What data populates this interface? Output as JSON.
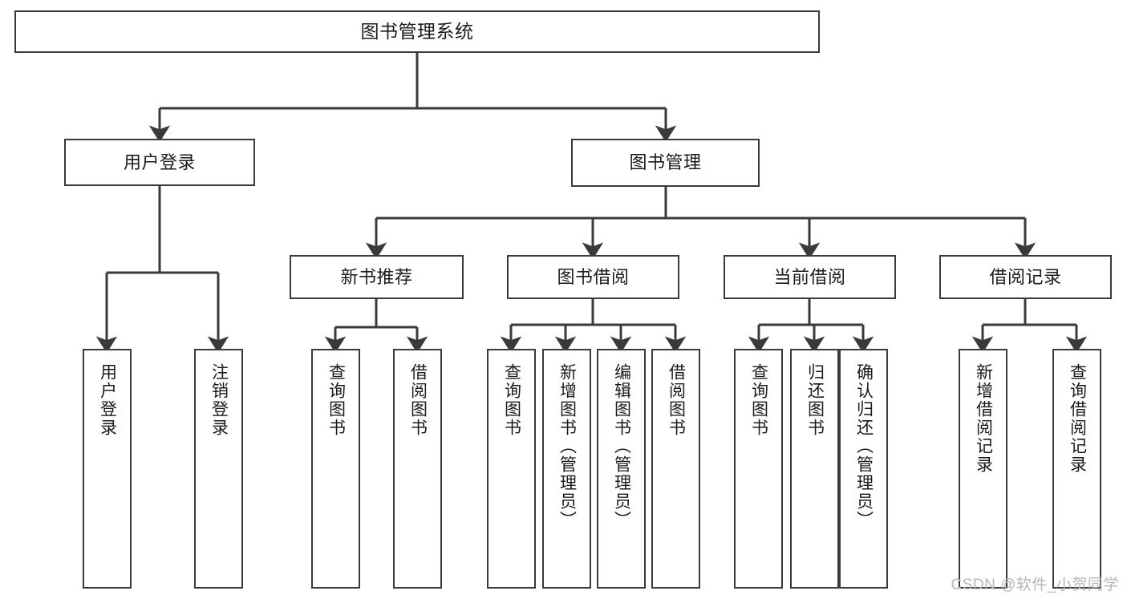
{
  "diagram": {
    "title": "图书管理系统",
    "watermark": "CSDN @软件_小贺同学",
    "stroke_color": "#3a3a3a",
    "background_color": "#ffffff",
    "text_color": "#1b1b1b",
    "watermark_color": "#b6b6b6",
    "root": {
      "label": "图书管理系统"
    },
    "level1": [
      {
        "label": "用户登录"
      },
      {
        "label": "图书管理"
      }
    ],
    "level2": [
      {
        "label": "新书推荐"
      },
      {
        "label": "图书借阅"
      },
      {
        "label": "当前借阅"
      },
      {
        "label": "借阅记录"
      }
    ],
    "leaves": {
      "user_login": [
        {
          "label": "用户登录"
        },
        {
          "label": "注销登录"
        }
      ],
      "new_book_recommend": [
        {
          "label": "查询图书"
        },
        {
          "label": "借阅图书"
        }
      ],
      "book_borrow": [
        {
          "label": "查询图书"
        },
        {
          "label": "新增图书（管理员）"
        },
        {
          "label": "编辑图书（管理员）"
        },
        {
          "label": "借阅图书"
        }
      ],
      "current_borrow": [
        {
          "label": "查询图书"
        },
        {
          "label": "归还图书"
        },
        {
          "label": "确认归还（管理员）"
        }
      ],
      "borrow_record": [
        {
          "label": "新增借阅记录"
        },
        {
          "label": "查询借阅记录"
        }
      ]
    }
  }
}
